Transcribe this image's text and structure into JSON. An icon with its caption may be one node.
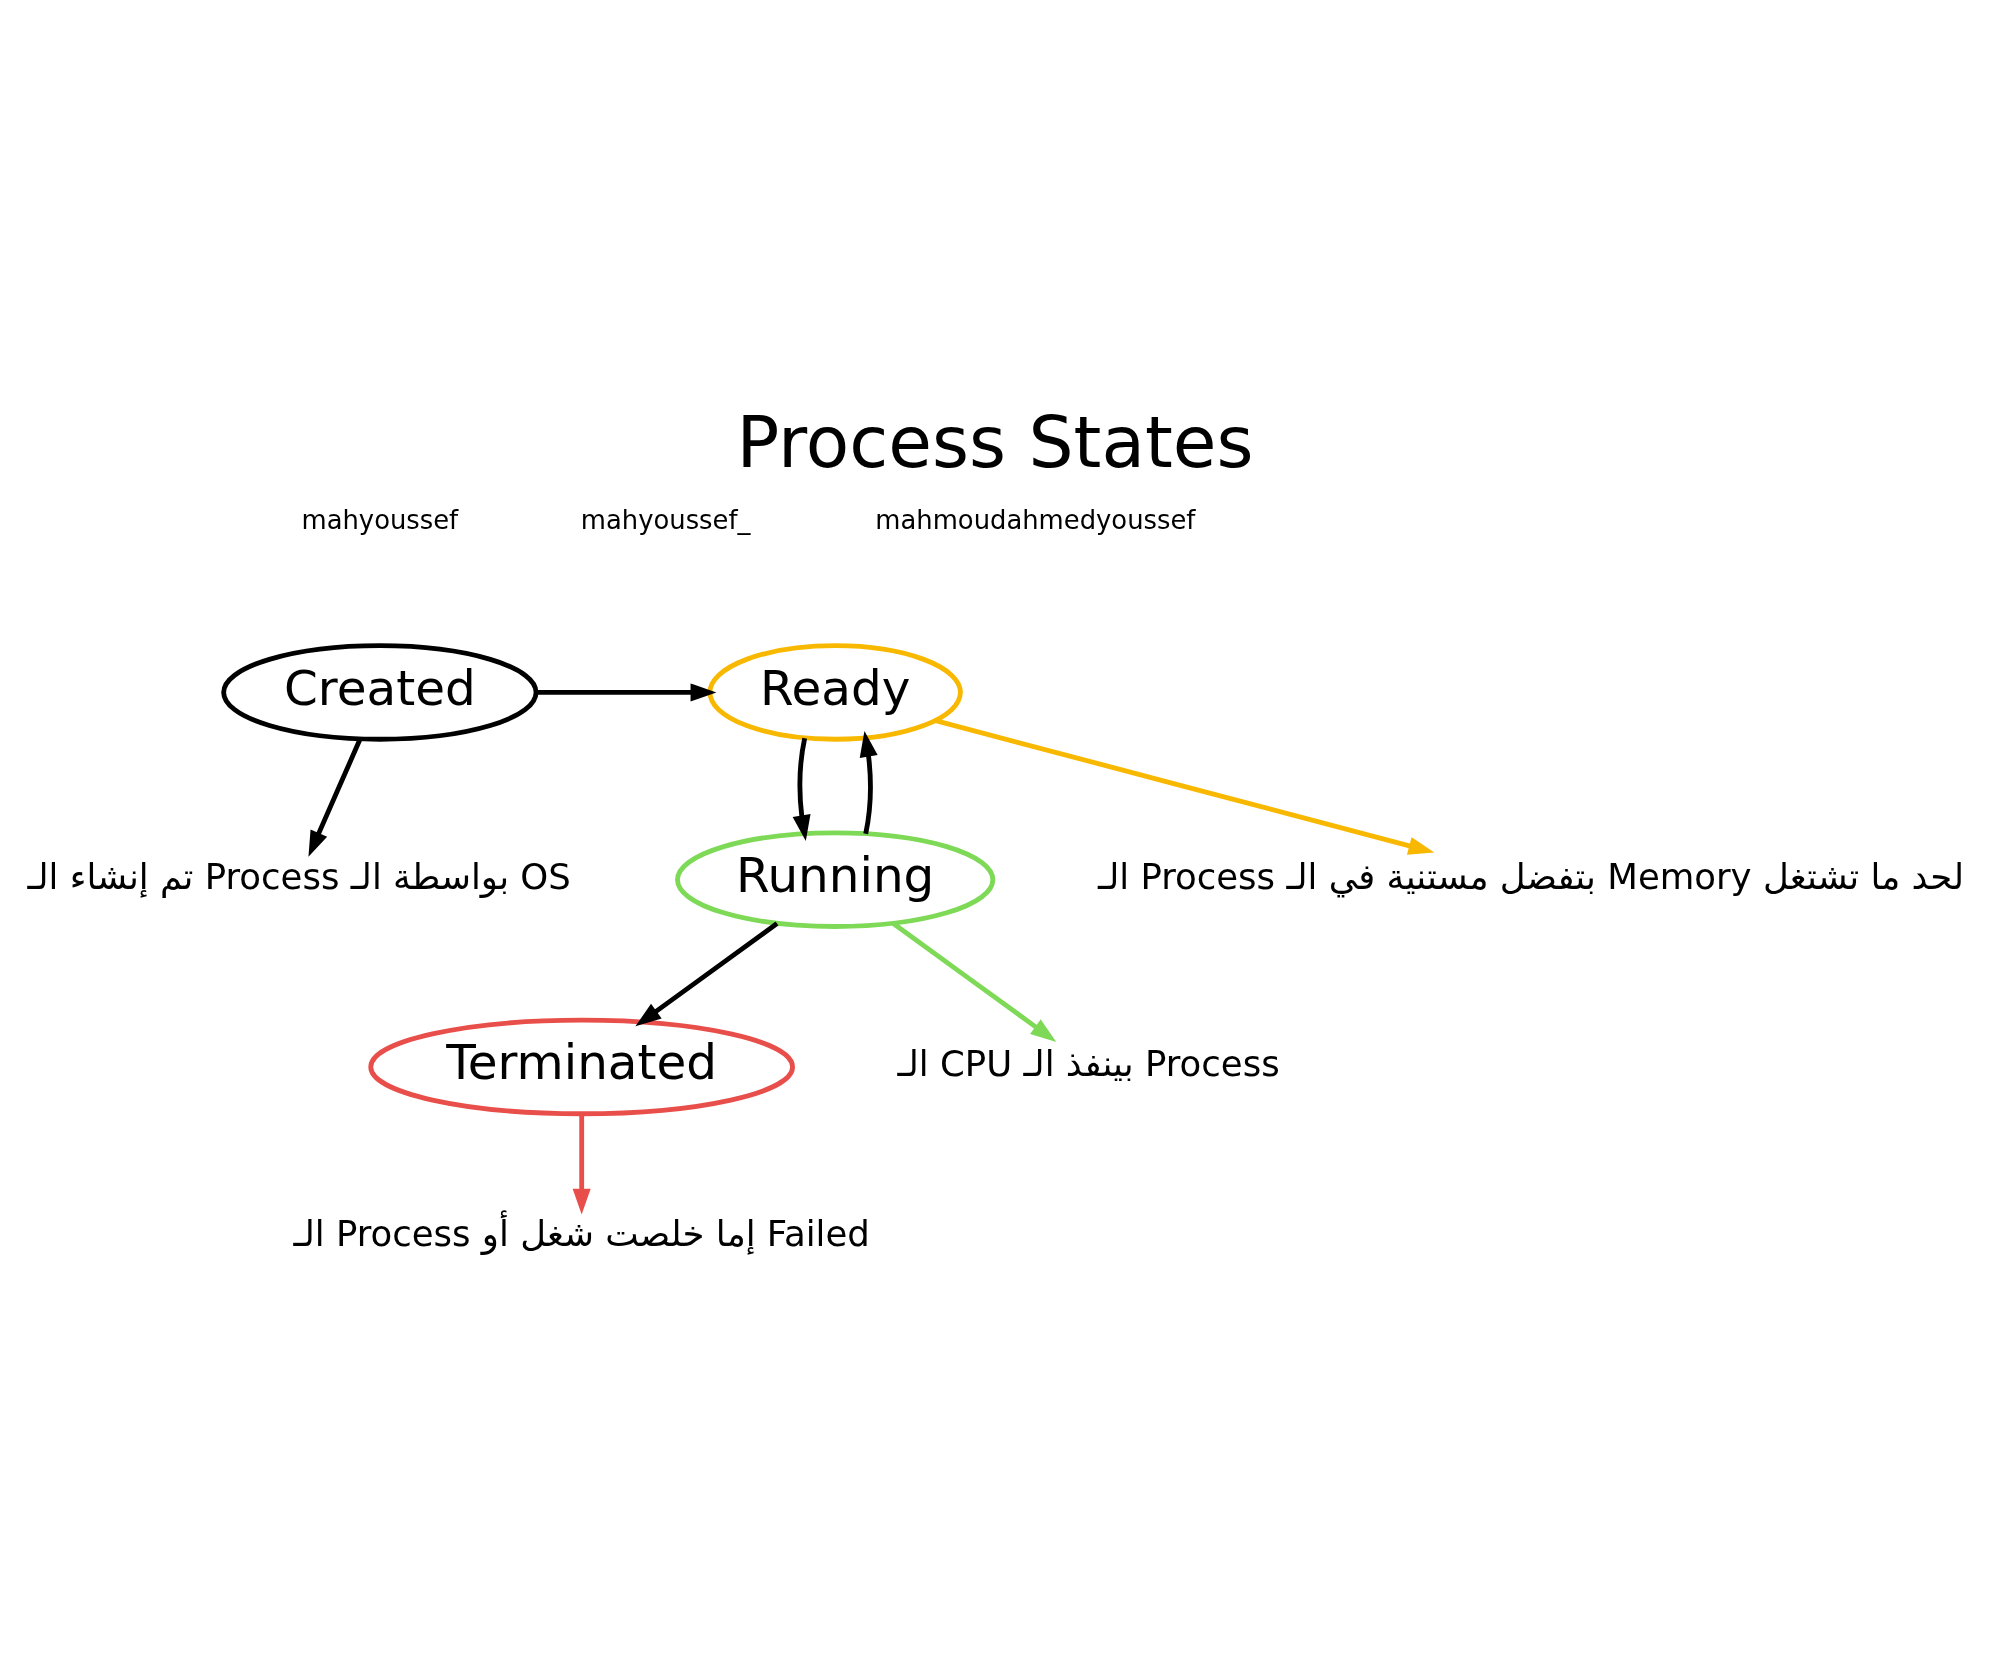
{
  "diagram": {
    "title": "Process States",
    "nodes": [
      {
        "text": [
          "Created"
        ]
      },
      {
        "text": [
          "Ready"
        ]
      },
      {
        "text": [
          "Running"
        ]
      },
      {
        "text": [
          "Terminated"
        ]
      },
      {
        "text": [
          "تم إنشاء الـ Process بواسطة الـ OS"
        ]
      },
      {
        "text": [
          "الـ Process بتفضل مستنية في الـ Memory لحد ما تشتغل"
        ]
      },
      {
        "text": [
          "الـ CPU بينفذ الـ Process"
        ]
      },
      {
        "text": [
          "الـ Process إما خلصت شغل أو Failed"
        ]
      }
    ],
    "edges": [
      {
        "from": 0,
        "to": 1,
        "arrow": "to"
      },
      {
        "from": 1,
        "to": 2,
        "arrow": "to"
      },
      {
        "from": 2,
        "to": 1,
        "arrow": "to"
      },
      {
        "from": 2,
        "to": 3,
        "arrow": "to"
      },
      {
        "from": 0,
        "to": 4,
        "arrow": "to"
      },
      {
        "from": 1,
        "to": 5,
        "arrow": "to",
        "color": "#f9b800"
      },
      {
        "from": 2,
        "to": 6,
        "arrow": "to",
        "color": "#7ed957"
      },
      {
        "from": 3,
        "to": 7,
        "arrow": "to",
        "color": "#e94f4a"
      }
    ],
    "labels": [
      "mahyoussef",
      "mahyoussef_",
      "mahmoudahmedyoussef"
    ]
  }
}
